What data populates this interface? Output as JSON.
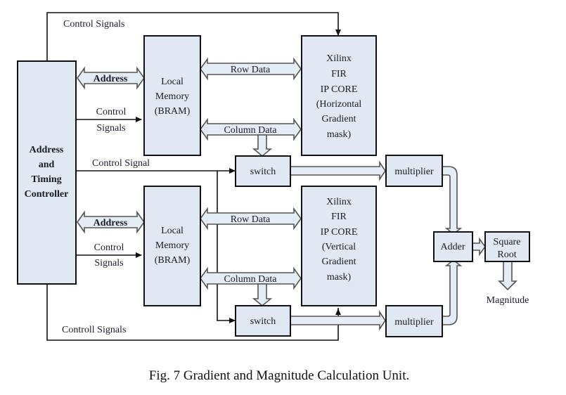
{
  "diagram": {
    "caption": "Fig. 7 Gradient and Magnitude Calculation Unit.",
    "blocks": {
      "controller": [
        "Address",
        "and",
        "Timing",
        "Controller"
      ],
      "memory_top": [
        "Local",
        "Memory",
        "(BRAM)"
      ],
      "memory_bottom": [
        "Local",
        "Memory",
        "(BRAM)"
      ],
      "fir_top": [
        "Xilinx",
        "FIR",
        "IP CORE",
        "(Horizontal",
        "Gradient",
        "mask)"
      ],
      "fir_bottom": [
        "Xilinx",
        "FIR",
        "IP CORE",
        "(Vertical",
        "Gradient",
        "mask)"
      ],
      "switch_top": "switch",
      "switch_bottom": "switch",
      "multiplier_top": "multiplier",
      "multiplier_bottom": "multiplier",
      "adder": "Adder",
      "sqrt": [
        "Square",
        "Root"
      ]
    },
    "labels": {
      "control_signals_top": "Control Signals",
      "address_top": "Address",
      "control_top_1": "Control",
      "control_top_2": "Signals",
      "control_signal_mid": "Control Signal",
      "address_bottom": "Address",
      "control_bottom_1": "Control",
      "control_bottom_2": "Signals",
      "controll_signals_bottom": "Controll Signals",
      "row_data_top": "Row Data",
      "column_data_top": "Column Data",
      "row_data_bottom": "Row Data",
      "column_data_bottom": "Column Data",
      "magnitude": "Magnitude"
    },
    "connections": [
      {
        "from": "controller",
        "to": "fir_top",
        "label": "Control Signals",
        "type": "control"
      },
      {
        "from": "controller",
        "to": "memory_top",
        "label": "Address",
        "type": "bidirectional-bus"
      },
      {
        "from": "controller",
        "to": "memory_top",
        "label": "Control Signals",
        "type": "control"
      },
      {
        "from": "controller",
        "to": "switch_top",
        "label": "Control Signal",
        "type": "control"
      },
      {
        "from": "controller",
        "to": "switch_bottom",
        "label": "Control Signal",
        "type": "control"
      },
      {
        "from": "controller",
        "to": "memory_bottom",
        "label": "Address",
        "type": "bidirectional-bus"
      },
      {
        "from": "controller",
        "to": "memory_bottom",
        "label": "Control Signals",
        "type": "control"
      },
      {
        "from": "controller",
        "to": "fir_bottom",
        "label": "Controll Signals",
        "type": "control"
      },
      {
        "from": "memory_top",
        "to": "fir_top",
        "label": "Row Data",
        "type": "bidirectional-bus"
      },
      {
        "from": "memory_top",
        "to": "fir_top",
        "label": "Column Data",
        "type": "bidirectional-bus"
      },
      {
        "from": "column_data_top",
        "to": "switch_top",
        "type": "bus"
      },
      {
        "from": "switch_top",
        "to": "multiplier_top",
        "type": "bus"
      },
      {
        "from": "memory_bottom",
        "to": "fir_bottom",
        "label": "Row Data",
        "type": "bidirectional-bus"
      },
      {
        "from": "memory_bottom",
        "to": "fir_bottom",
        "label": "Column Data",
        "type": "bidirectional-bus"
      },
      {
        "from": "column_data_bottom",
        "to": "switch_bottom",
        "type": "bus"
      },
      {
        "from": "switch_bottom",
        "to": "multiplier_bottom",
        "type": "bus"
      },
      {
        "from": "multiplier_top",
        "to": "adder",
        "type": "bus"
      },
      {
        "from": "multiplier_bottom",
        "to": "adder",
        "type": "bus"
      },
      {
        "from": "adder",
        "to": "sqrt",
        "type": "bus"
      },
      {
        "from": "sqrt",
        "to": "magnitude",
        "type": "bus"
      }
    ]
  }
}
